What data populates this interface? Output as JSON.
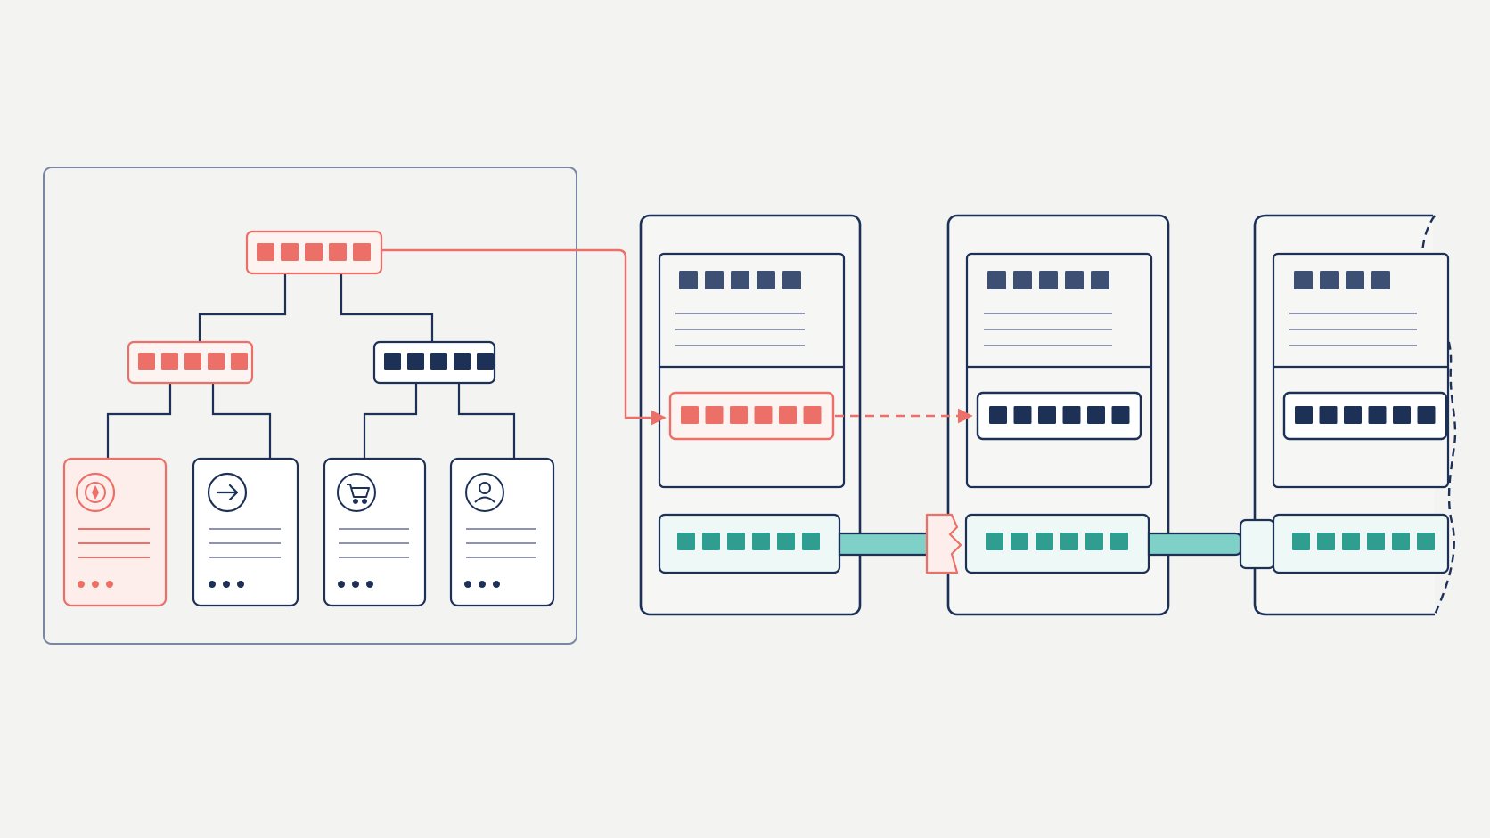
{
  "colors": {
    "background": "#f3f3f2",
    "navy": "#1d3157",
    "slate": "#3e4f74",
    "coral": "#ec6f68",
    "coral_fill": "#fdeeec",
    "teal": "#2f9e90",
    "teal_light": "#7fd0c6",
    "frame": "#7b86a3",
    "lines": "#8c95ab"
  },
  "tree": {
    "root_tokens": 5,
    "left_tokens": 5,
    "right_tokens": 5,
    "cards": [
      {
        "icon": "settings-icon",
        "highlighted": true
      },
      {
        "icon": "arrow-right-icon",
        "highlighted": false
      },
      {
        "icon": "cart-icon",
        "highlighted": false
      },
      {
        "icon": "user-icon",
        "highlighted": false
      }
    ]
  },
  "pages": [
    {
      "header_tokens": 5,
      "middle_tokens": 6,
      "middle_state": "highlighted",
      "bottom_tokens": 6
    },
    {
      "header_tokens": 5,
      "middle_tokens": 6,
      "middle_state": "normal",
      "bottom_tokens": 6
    },
    {
      "header_tokens": 4,
      "middle_tokens": 6,
      "middle_state": "normal",
      "bottom_tokens": 6
    }
  ],
  "links": [
    {
      "from": "tree-root",
      "to": "page-1-middle",
      "style": "solid"
    },
    {
      "from": "page-1-middle",
      "to": "page-2-middle",
      "style": "dashed"
    },
    {
      "from": "page-1-bottom",
      "to": "page-2-bottom",
      "style": "broken"
    },
    {
      "from": "page-2-bottom",
      "to": "page-3-bottom",
      "style": "connected"
    }
  ]
}
